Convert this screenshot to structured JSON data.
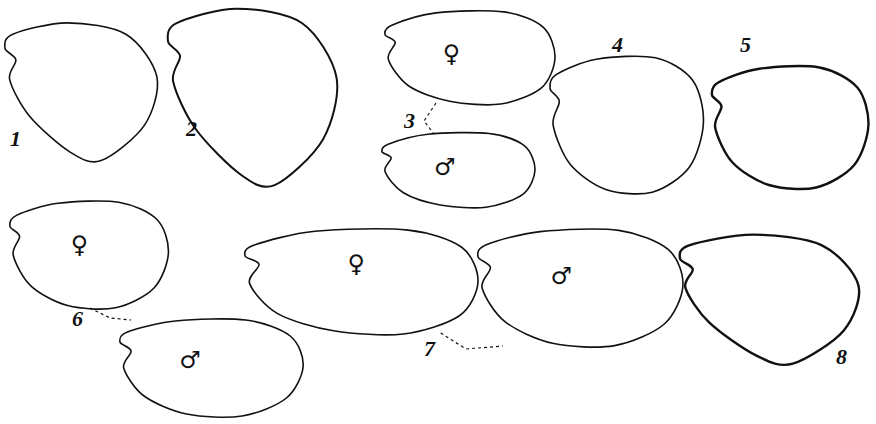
{
  "diagram": {
    "nodes": [
      {
        "text": [
          "♀"
        ]
      },
      {
        "text": [
          "♂"
        ]
      },
      {
        "text": [
          "♀"
        ]
      },
      {
        "text": [
          "♂"
        ]
      },
      {
        "text": [
          "♀"
        ]
      },
      {
        "text": [
          "♂"
        ]
      }
    ],
    "edges": [
      {
        "from": 0,
        "to": 1,
        "arrow": "none",
        "label": "3"
      },
      {
        "from": 2,
        "to": 3,
        "arrow": "none",
        "label": "6"
      },
      {
        "from": 4,
        "to": 5,
        "arrow": "none",
        "label": "7"
      }
    ],
    "labels": [
      "1",
      "2",
      "4",
      "5",
      "8"
    ]
  }
}
